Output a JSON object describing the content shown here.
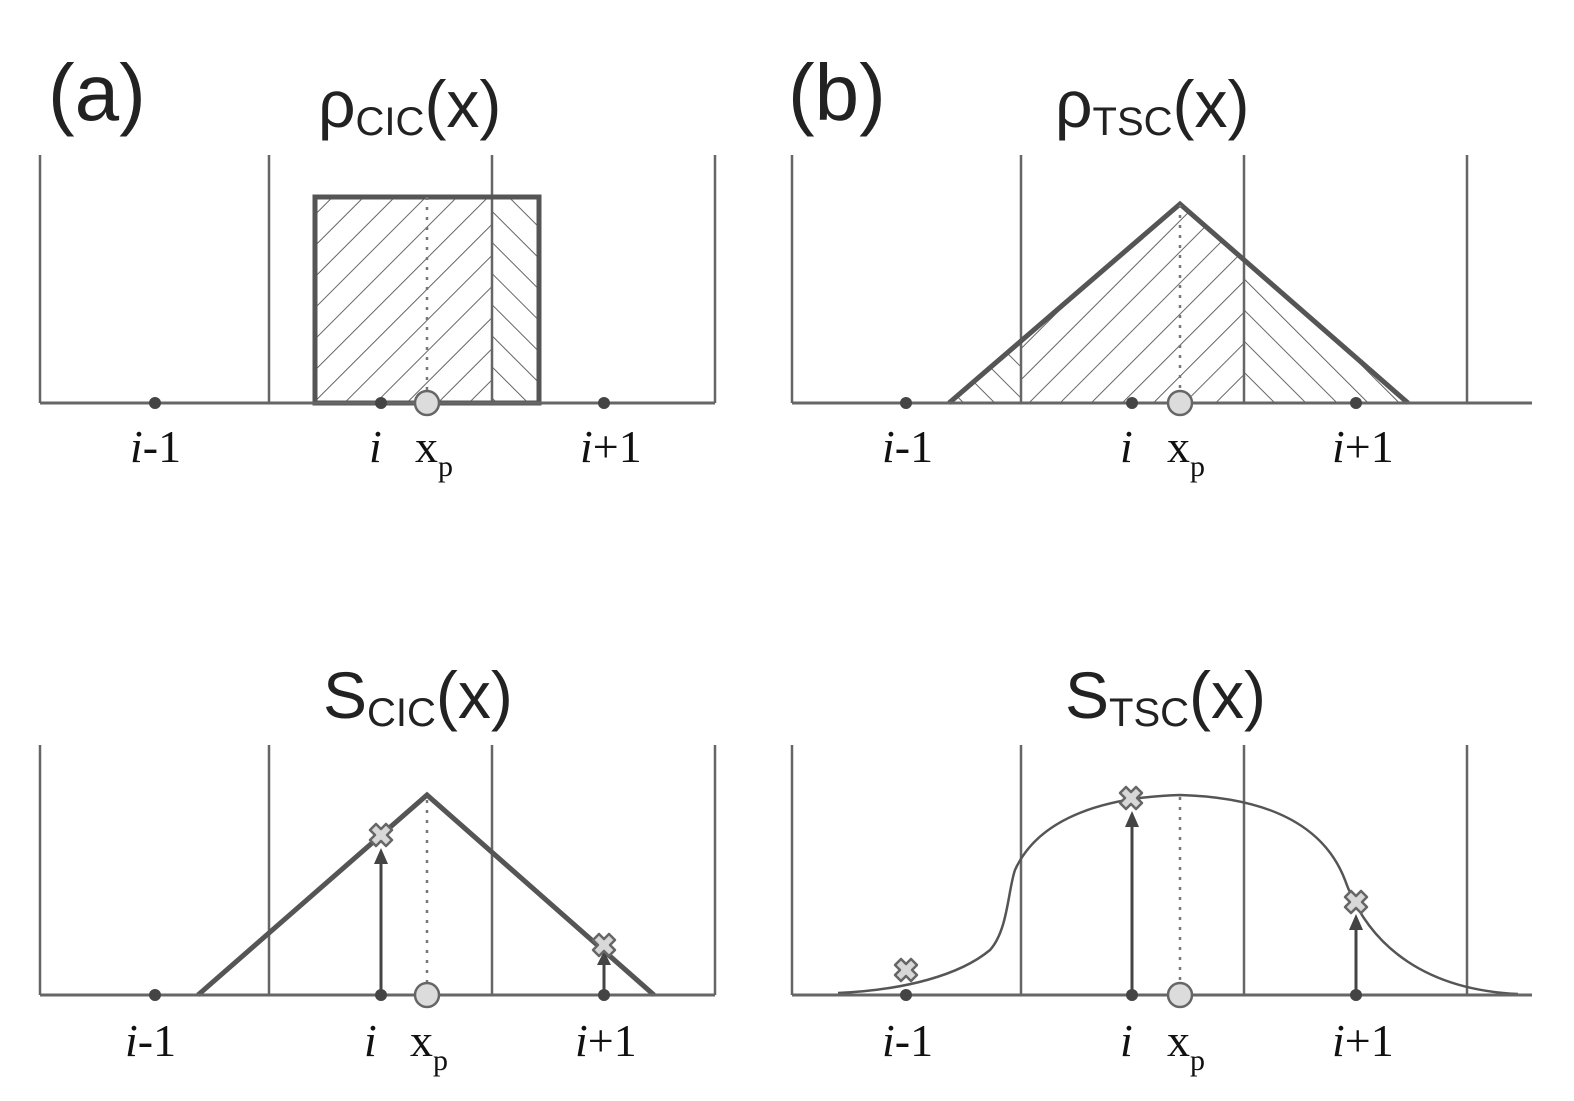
{
  "panels": {
    "a": {
      "label": "(a)",
      "top_title": {
        "main": "ρ",
        "sub": "CIC",
        "tail": "(x)"
      },
      "bottom_title": {
        "main": "S",
        "sub": "CIC",
        "tail": "(x)"
      },
      "tick_labels": {
        "im1_i": "i",
        "im1_rest": "-1",
        "i": "i",
        "xp_main": "x",
        "xp_sub": "p",
        "ip1_i": "i",
        "ip1_rest": "+1"
      }
    },
    "b": {
      "label": "(b)",
      "top_title": {
        "main": "ρ",
        "sub": "TSC",
        "tail": "(x)"
      },
      "bottom_title": {
        "main": "S",
        "sub": "TSC",
        "tail": "(x)"
      },
      "tick_labels": {
        "im1_i": "i",
        "im1_rest": "-1",
        "i": "i",
        "xp_main": "x",
        "xp_sub": "p",
        "ip1_i": "i",
        "ip1_rest": "+1"
      }
    }
  },
  "colors": {
    "line": "#555555",
    "marker": "#dcdcdc",
    "node": "#444444"
  },
  "icons": {
    "particle": "open-circle",
    "sample": "x-cross-marker",
    "grid_node": "filled-dot"
  }
}
